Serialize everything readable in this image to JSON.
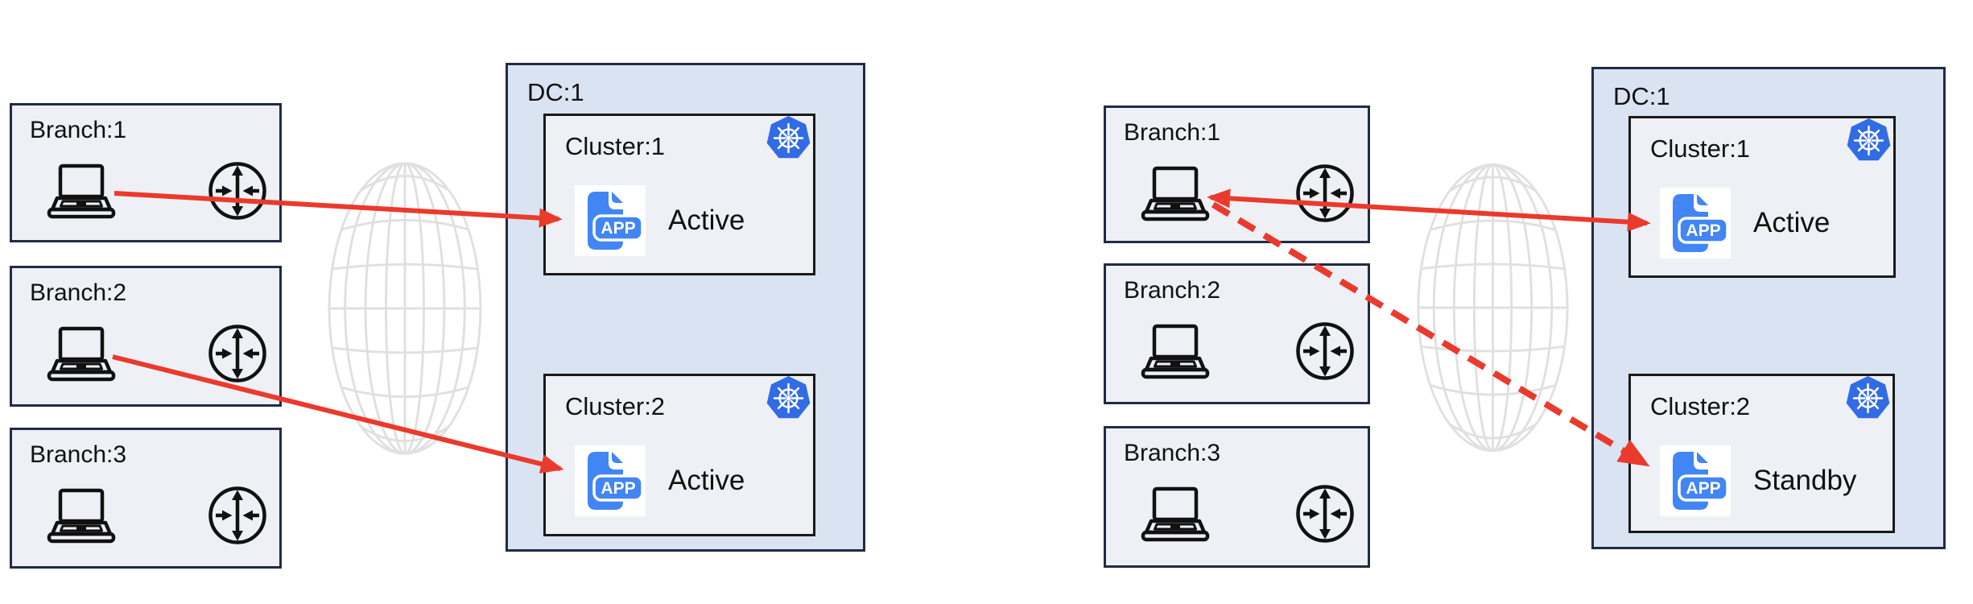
{
  "panels": {
    "left": {
      "branches": [
        {
          "label": "Branch:1"
        },
        {
          "label": "Branch:2"
        },
        {
          "label": "Branch:3"
        }
      ],
      "dc": {
        "label": "DC:1",
        "clusters": [
          {
            "label": "Cluster:1",
            "status": "Active"
          },
          {
            "label": "Cluster:2",
            "status": "Active"
          }
        ]
      },
      "connections": [
        {
          "from": "Branch:1 laptop",
          "to": "Cluster:1 app",
          "line": "solid",
          "arrowheads": "end"
        },
        {
          "from": "Branch:2 laptop",
          "to": "Cluster:2 app",
          "line": "solid",
          "arrowheads": "end"
        }
      ]
    },
    "right": {
      "branches": [
        {
          "label": "Branch:1"
        },
        {
          "label": "Branch:2"
        },
        {
          "label": "Branch:3"
        }
      ],
      "dc": {
        "label": "DC:1",
        "clusters": [
          {
            "label": "Cluster:1",
            "status": "Active"
          },
          {
            "label": "Cluster:2",
            "status": "Standby"
          }
        ]
      },
      "connections": [
        {
          "from": "Branch:1 laptop",
          "to": "Cluster:1 app",
          "line": "solid",
          "arrowheads": "both"
        },
        {
          "from": "Branch:1 laptop",
          "to": "Cluster:2 app",
          "line": "dashed",
          "arrowheads": "end"
        }
      ]
    }
  },
  "icons": {
    "app_badge_text": "APP",
    "laptop": "laptop-icon",
    "router": "router-icon",
    "kubernetes": "kubernetes-icon",
    "globe": "internet-globe-icon",
    "app_file": "app-file-icon"
  },
  "colors": {
    "arrow_red": "#ea3a2c",
    "kubernetes_blue": "#326ce5",
    "app_blue": "#4285f4",
    "dc_fill": "#d9e3f1",
    "box_fill": "#eef0f6",
    "border_dark": "#222b45",
    "globe_gray": "#e0e0e0"
  }
}
